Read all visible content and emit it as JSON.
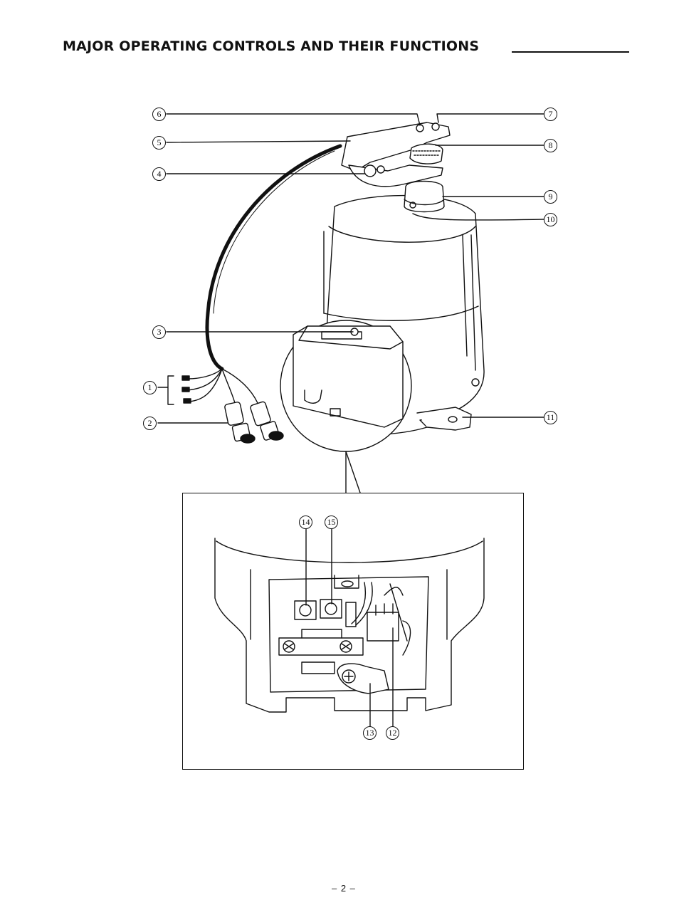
{
  "header": {
    "title": "MAJOR OPERATING CONTROLS AND THEIR FUNCTIONS"
  },
  "callouts": {
    "c1": "1",
    "c2": "2",
    "c3": "3",
    "c4": "4",
    "c5": "5",
    "c6": "6",
    "c7": "7",
    "c8": "8",
    "c9": "9",
    "c10": "10",
    "c11": "11",
    "c12": "12",
    "c13": "13",
    "c14": "14",
    "c15": "15"
  },
  "footer": {
    "page_number": "– 2 –"
  }
}
